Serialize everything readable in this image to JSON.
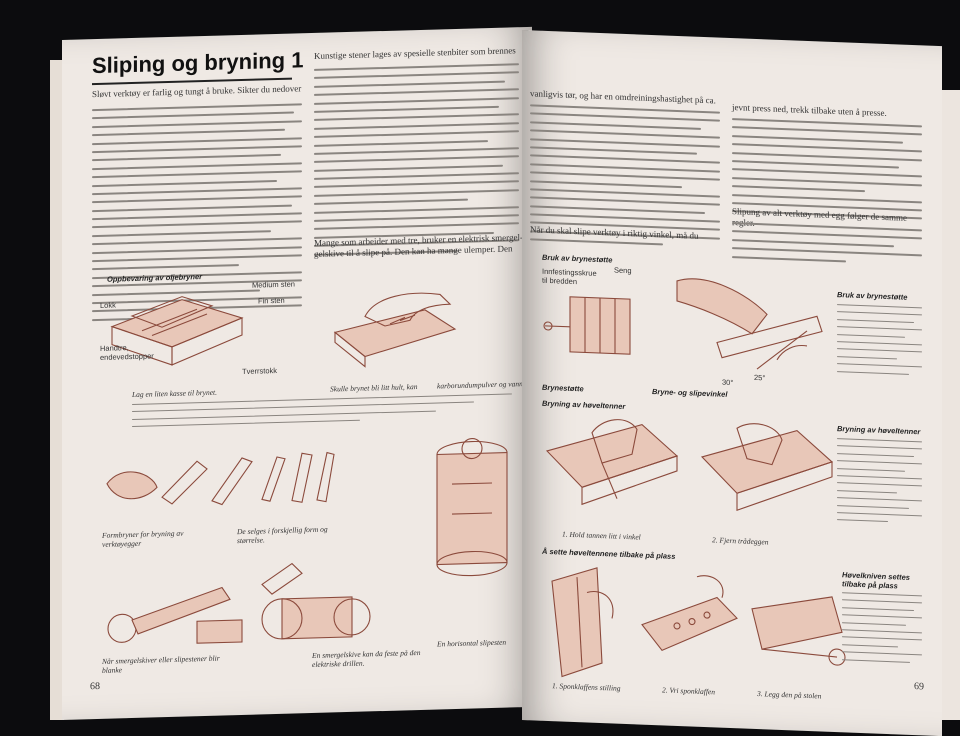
{
  "left_page": {
    "title": "Sliping og bryning 1",
    "intro_line": "Sløvt verktøy er farlig og tungt å bruke. Sikter du nedover",
    "col2_line": "Kunstige stener lages av spesielle stenbiter som brennes",
    "col2_line_b": "Mange som arbeider med tre, bruker en elektrisk smergel-",
    "col2_line_c": "gelskive til å slipe på. Den kan ha mange ulemper. Den",
    "figure_heading": "Oppbevaring av oljebryner",
    "labels": {
      "medium": "Medium sten",
      "fin": "Fin sten",
      "lokk": "Lokk",
      "handtre": "Handtre,",
      "endevedstopper": "endevedstopper",
      "tverrstokk": "Tverrstokk"
    },
    "captions": {
      "box": "Lag en liten kasse til brynet.",
      "oil": "Skulle brynet bli litt hult, kan",
      "karborundum": "karborundumpulver og vann.",
      "formbryner": "Formbryner for bryning av verktøyegger",
      "sizes": "De selges i forskjellig form og størrelse.",
      "smergel": "Når smergelskiver eller slipestener blir blanke",
      "skive": "En smergelskive kan da feste på den elektriske drillen.",
      "horisontal": "En horisontal slipesten"
    },
    "page_number": "68"
  },
  "right_page": {
    "top_line": "vanligvis tør, og har en omdreiningshastighet på ca.",
    "col2_top": "jevnt press ned, trekk tilbake uten å presse.",
    "mid_line": "Når du skal slipe verktøy i riktig vinkel, må du",
    "col2_mid": "Slipung av alt verktøy med egg følger de samme regler.",
    "figure_titles": {
      "bruk": "Bruk av brynestøtte",
      "brynestotte": "Brynestøtte",
      "bryne_vinkel": "Bryne- og slipevinkel",
      "hovelkniv": "Bryning av høveltenner",
      "hovel_right": "Bryning av høveltenner",
      "tilbake": "Å sette høveltennene tilbake på plass",
      "bruk_right": "Bruk av brynestøtte",
      "hovelen": "Høvelkniven settes tilbake på plass"
    },
    "labels": {
      "innsetting": "Innfestingsskrue",
      "bredden": "til bredden",
      "seng": "Seng",
      "angle_30": "30°",
      "angle_25": "25°"
    },
    "step_captions": {
      "s1": "1. Hold tannen litt i vinkel",
      "s2": "2. Fjern trådeggen",
      "t1": "1. Sponklaffens stilling",
      "t2": "2. Vri sponklaffen",
      "t3": "3. Legg den på stolen"
    },
    "page_number": "69"
  }
}
